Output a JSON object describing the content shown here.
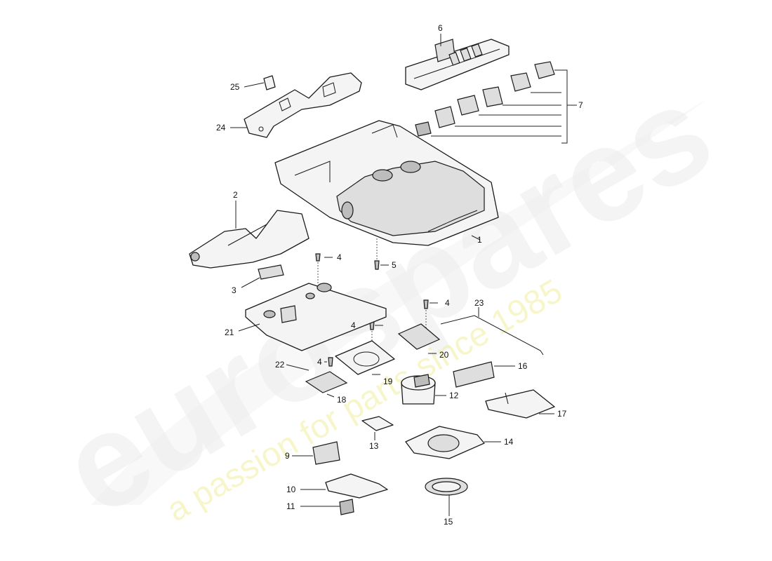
{
  "watermark": {
    "brand": "eurospares",
    "tagline": "a passion for parts since 1985",
    "brand_color": "#e6e6e6",
    "tagline_color": "#eeea96"
  },
  "callouts": {
    "c1": "1",
    "c2": "2",
    "c3": "3",
    "c4a": "4",
    "c4b": "4",
    "c4c": "4",
    "c4d": "4",
    "c5": "5",
    "c6": "6",
    "c7": "7",
    "c9": "9",
    "c10": "10",
    "c11": "11",
    "c12": "12",
    "c13": "13",
    "c14": "14",
    "c15": "15",
    "c16": "16",
    "c17": "17",
    "c18": "18",
    "c19": "19",
    "c20": "20",
    "c21": "21",
    "c22": "22",
    "c23": "23",
    "c24": "24",
    "c25": "25"
  }
}
